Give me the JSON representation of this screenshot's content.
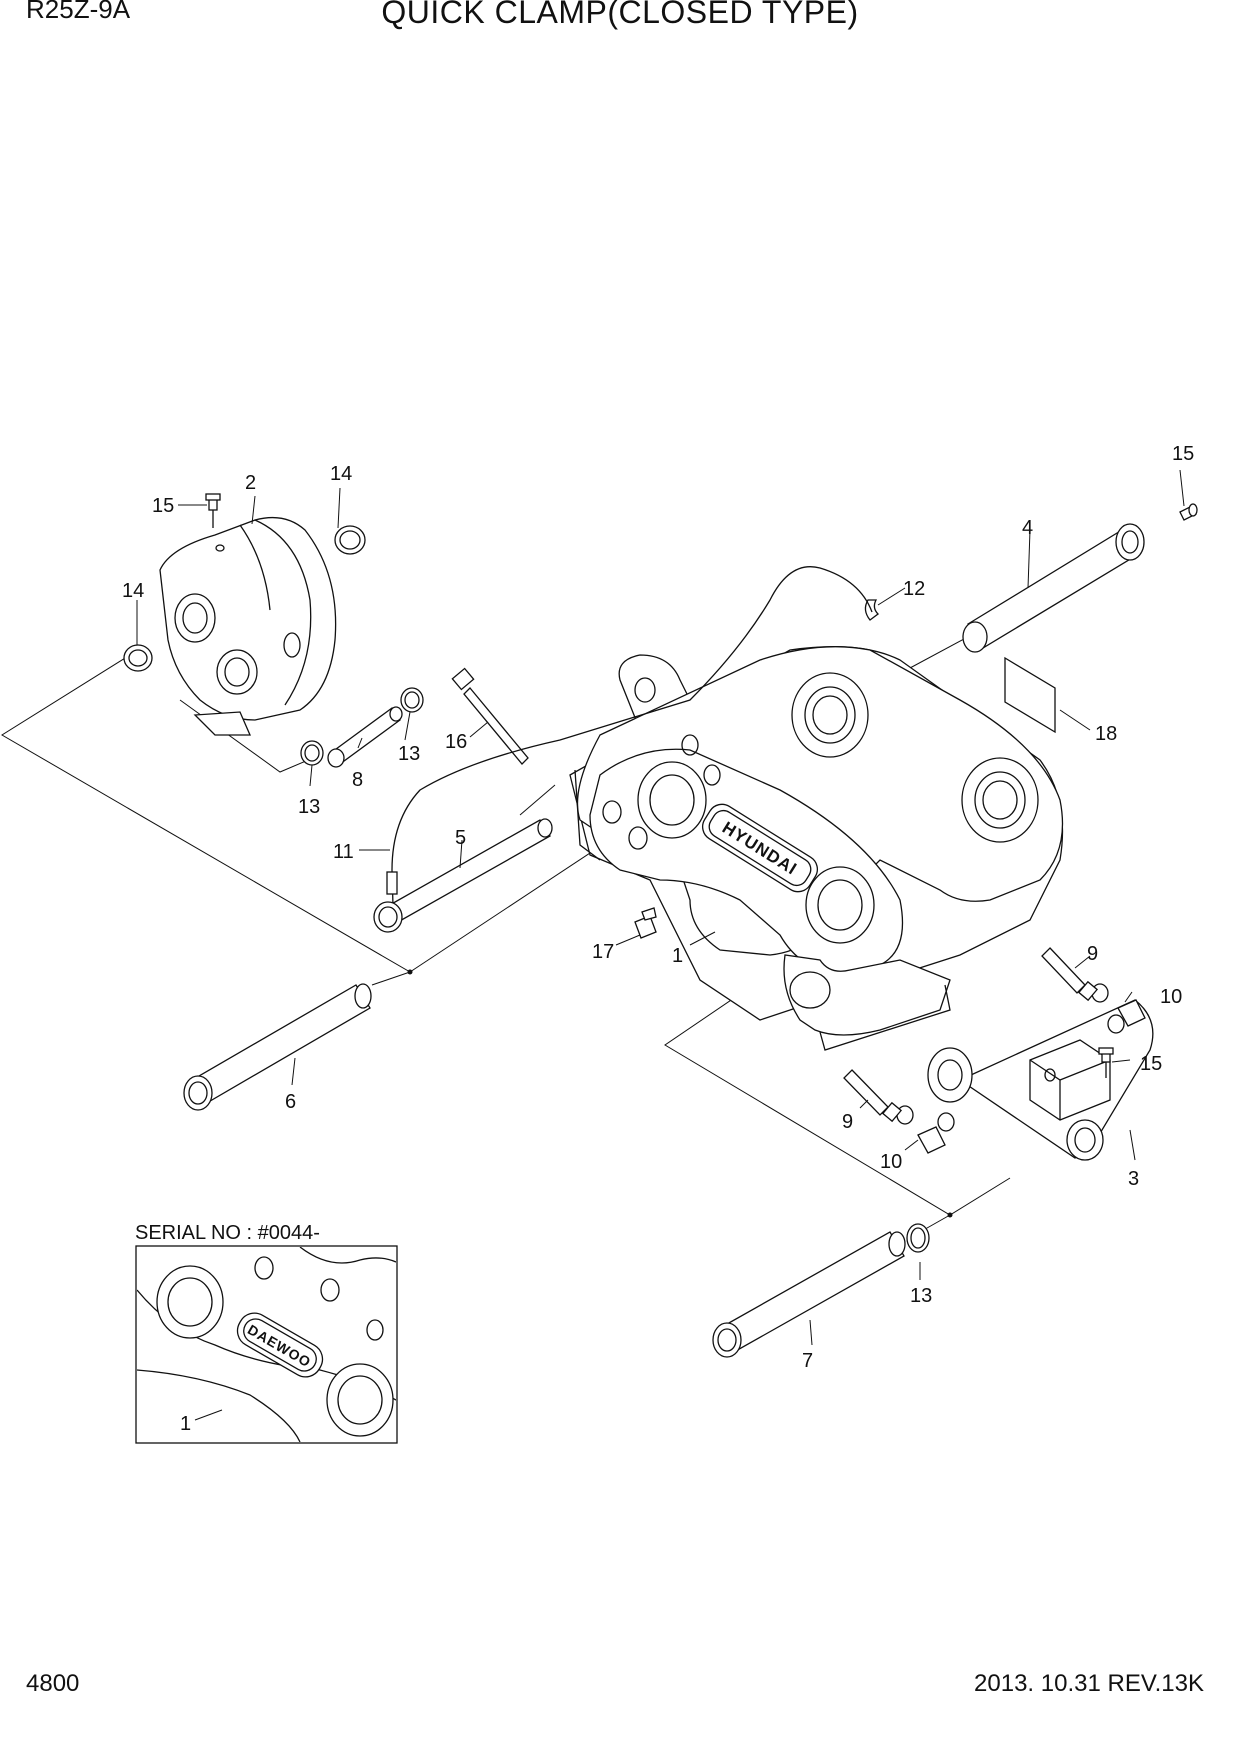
{
  "header": {
    "model": "R25Z-9A",
    "title": "QUICK CLAMP(CLOSED TYPE)"
  },
  "footer": {
    "page": "4800",
    "revision": "2013. 10.31  REV.13K"
  },
  "inset": {
    "caption": "SERIAL NO : #0044-",
    "brand": "DAEWOO",
    "callout": "1"
  },
  "main_brand": "HYUNDAI",
  "callouts": [
    "1",
    "2",
    "3",
    "4",
    "5",
    "6",
    "7",
    "8",
    "9",
    "9",
    "10",
    "10",
    "11",
    "12",
    "13",
    "13",
    "13",
    "14",
    "14",
    "15",
    "15",
    "15",
    "16",
    "17",
    "18"
  ]
}
